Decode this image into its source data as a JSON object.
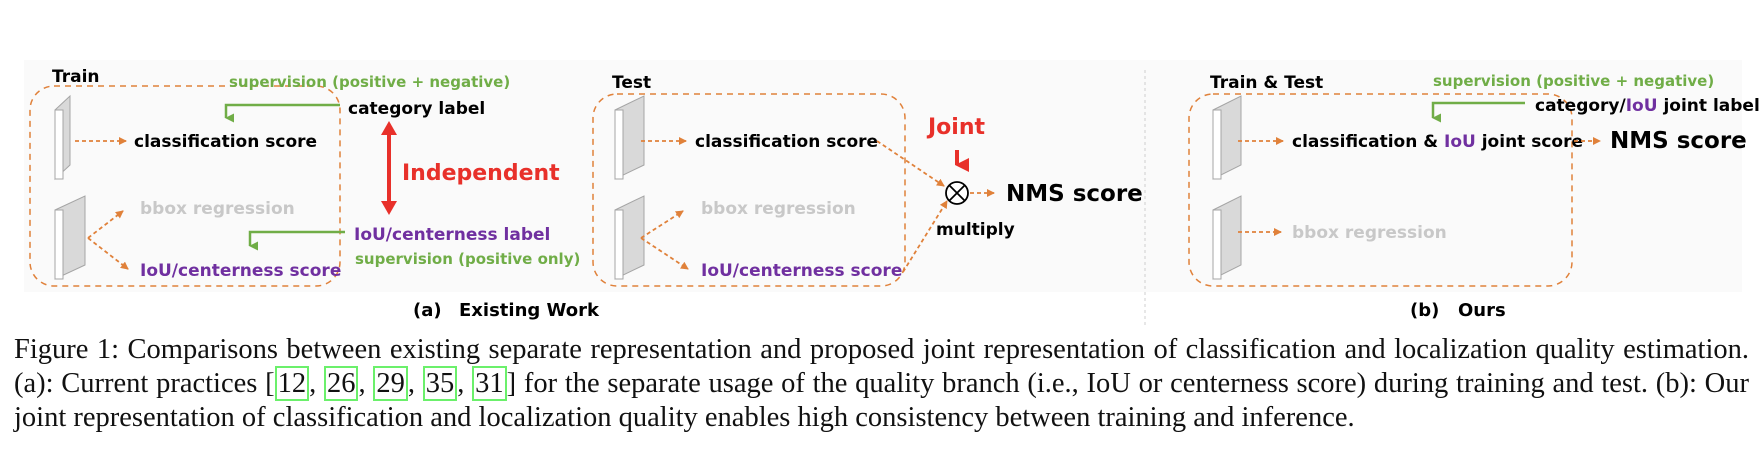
{
  "panel_a": {
    "train": {
      "title": "Train",
      "supervision_pn": "supervision (positive + negative)",
      "category_label": "category label",
      "cls_score": "classification score",
      "bbox_reg": "bbox regression",
      "iou_label": "IoU/centerness label",
      "supervision_pos": "supervision (positive only)",
      "iou_score": "IoU/centerness score"
    },
    "independent": "Independent",
    "test": {
      "title": "Test",
      "cls_score": "classification score",
      "bbox_reg": "bbox regression",
      "iou_score": "IoU/centerness score",
      "joint": "Joint",
      "nms": "NMS score",
      "multiply": "multiply"
    },
    "label_prefix": "(a)",
    "label_text": "Existing Work"
  },
  "panel_b": {
    "title": "Train & Test",
    "supervision_pn": "supervision (positive + negative)",
    "joint_label_pre": "category/",
    "joint_label_iou": "IoU",
    "joint_label_post": " joint label",
    "score_pre": "classification & ",
    "score_iou": "IoU",
    "score_post": " joint score",
    "nms": "NMS score",
    "bbox_reg": "bbox regression",
    "label_prefix": "(b)",
    "label_text": "Ours"
  },
  "caption": {
    "lead": "Figure 1: Comparisons between existing separate representation and proposed joint representation of classification and localization quality estimation. (a): Current practices [",
    "refs": [
      "12",
      "26",
      "29",
      "35",
      "31"
    ],
    "tail": "] for the separate usage of the quality branch (i.e., IoU or centerness score) during training and test. (b): Our joint representation of classification and localization quality enables high consistency between training and inference."
  },
  "colors": {
    "orange": "#e0813a",
    "green": "#70ad47",
    "purple": "#7030a0",
    "red": "#e8302a",
    "gray_text": "#c8c8c8"
  }
}
